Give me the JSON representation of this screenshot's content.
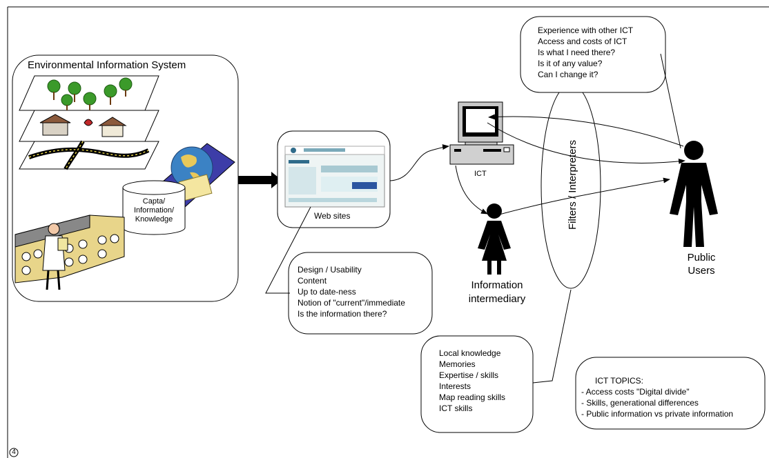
{
  "page_number": "4",
  "eis": {
    "title": "Environmental Information System",
    "cylinder_label": [
      "Capta/",
      "Information/",
      "Knowledge"
    ]
  },
  "websites": {
    "label": "Web sites"
  },
  "ict": {
    "label": "ICT"
  },
  "filters": {
    "label": "Filters / Interpreters"
  },
  "intermediary": {
    "label": [
      "Information",
      "intermediary"
    ]
  },
  "public_users": {
    "label": [
      "Public",
      "Users"
    ]
  },
  "callout_public": {
    "lines": [
      "Experience with other ICT",
      "Access and costs of ICT",
      "Is what I need there?",
      "Is it of any value?",
      "Can I change it?"
    ]
  },
  "callout_web": {
    "lines": [
      "Design / Usability",
      "Content",
      "Up to date-ness",
      "Notion of \"current\"/immediate",
      "Is the information there?"
    ]
  },
  "callout_local": {
    "lines": [
      "Local knowledge",
      "Memories",
      "Expertise / skills",
      "Interests",
      "Map reading skills",
      "ICT skills"
    ]
  },
  "ict_topics": {
    "heading": "ICT TOPICS:",
    "items": [
      "- Access costs \"Digital divide\"",
      "- Skills, generational differences",
      "- Public information vs private information"
    ]
  }
}
